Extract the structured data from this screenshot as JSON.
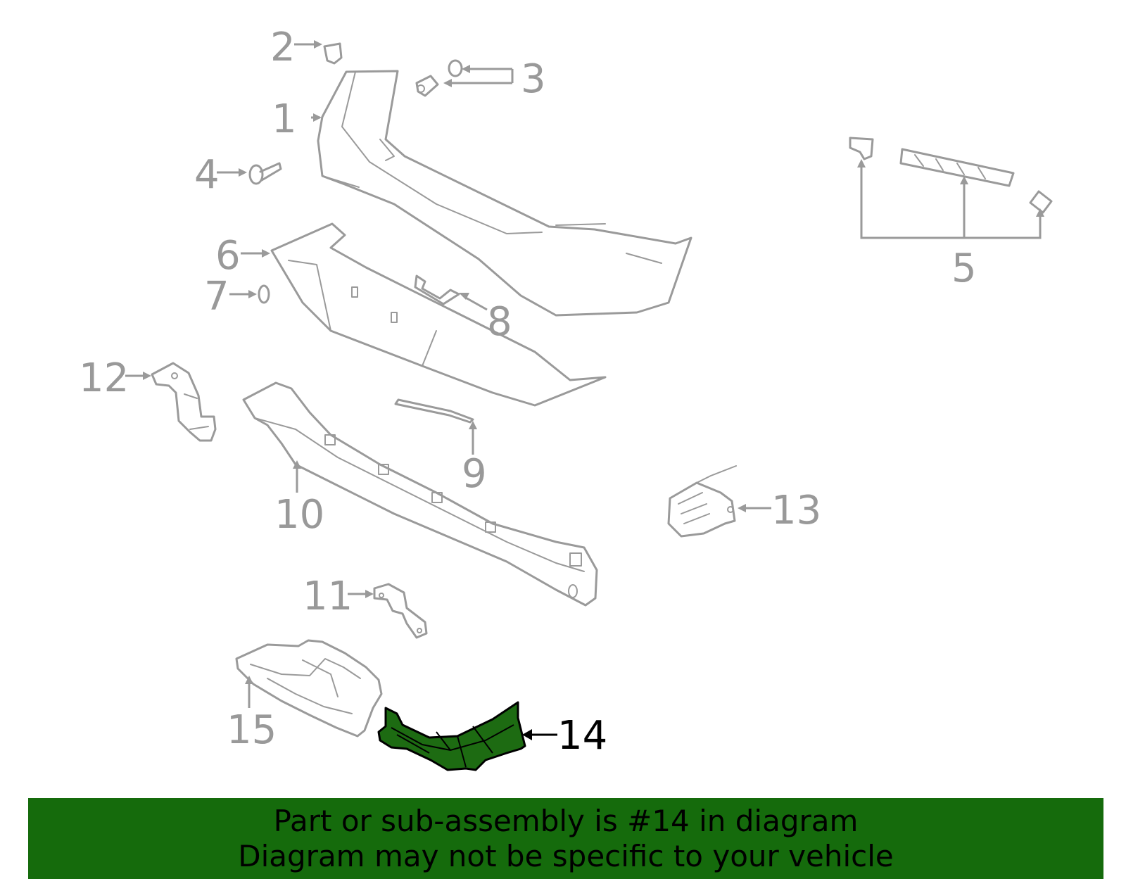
{
  "diagram": {
    "callouts": [
      "1",
      "2",
      "3",
      "4",
      "5",
      "6",
      "7",
      "8",
      "9",
      "10",
      "11",
      "12",
      "13",
      "14",
      "15"
    ],
    "highlighted_callout": "14",
    "highlight_color": "#1d6b12"
  },
  "banner": {
    "line1": "Part or sub-assembly is #14 in diagram",
    "line2": "Diagram may not be specific to your vehicle",
    "background_color": "#156b0c"
  }
}
